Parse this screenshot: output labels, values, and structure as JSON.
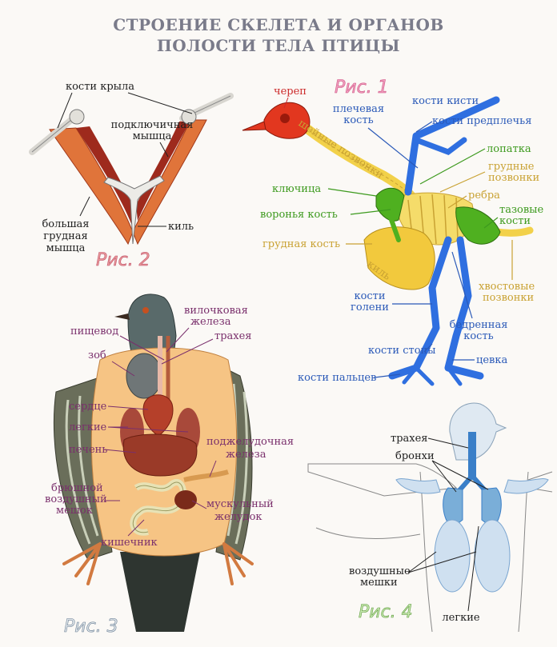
{
  "title": {
    "line1": "СТРОЕНИЕ СКЕЛЕТА И ОРГАНОВ",
    "line2": "ПОЛОСТИ ТЕЛА ПТИЦЫ"
  },
  "fig1": {
    "caption": "Рис. 1",
    "labels": {
      "skull": "череп",
      "neck_vertebrae": "шейные позвонки",
      "humerus_1": "плечевая",
      "humerus_2": "кость",
      "hand_bones": "кости кисти",
      "forearm_bones": "кости предплечья",
      "scapula": "лопатка",
      "thoracic_1": "грудные",
      "thoracic_2": "позвонки",
      "ribs": "ребра",
      "clavicle": "ключица",
      "coracoid": "воронья кость",
      "pelvic_1": "тазовые",
      "pelvic_2": "кости",
      "sternum": "грудная кость",
      "keel": "киль",
      "tail_1": "хвостовые",
      "tail_2": "позвонки",
      "shin_1": "кости",
      "shin_2": "голени",
      "femur_1": "бедренная",
      "femur_2": "кость",
      "foot_bones": "кости стопы",
      "tarsus": "цевка",
      "toe_bones": "кости пальцев"
    },
    "colors": {
      "skull": "#e2371f",
      "spine": "#f2d14a",
      "limbs": "#2f6fe0",
      "girdle": "#4fb020"
    }
  },
  "fig2": {
    "caption": "Рис. 2",
    "labels": {
      "wing_bones": "кости крыла",
      "subclavian_1": "подключичная",
      "subclavian_2": "мышца",
      "keel": "киль",
      "pectoral_1": "большая",
      "pectoral_2": "грудная",
      "pectoral_3": "мышца"
    }
  },
  "fig3": {
    "caption": "Рис. 3",
    "labels": {
      "esophagus": "пищевод",
      "crop": "зоб",
      "thymus_1": "вилочковая",
      "thymus_2": "железа",
      "trachea": "трахея",
      "heart": "сердце",
      "lungs": "легкие",
      "liver": "печень",
      "pancreas_1": "поджелудочная",
      "pancreas_2": "железа",
      "air_sac_1": "брюшной",
      "air_sac_2": "воздушный",
      "air_sac_3": "мешок",
      "gizzard_1": "мускульный",
      "gizzard_2": "желудок",
      "intestine": "кишечник"
    }
  },
  "fig4": {
    "caption": "Рис. 4",
    "labels": {
      "trachea": "трахея",
      "bronchi": "бронхи",
      "air_sacs_1": "воздушные",
      "air_sacs_2": "мешки",
      "lungs": "легкие"
    }
  }
}
